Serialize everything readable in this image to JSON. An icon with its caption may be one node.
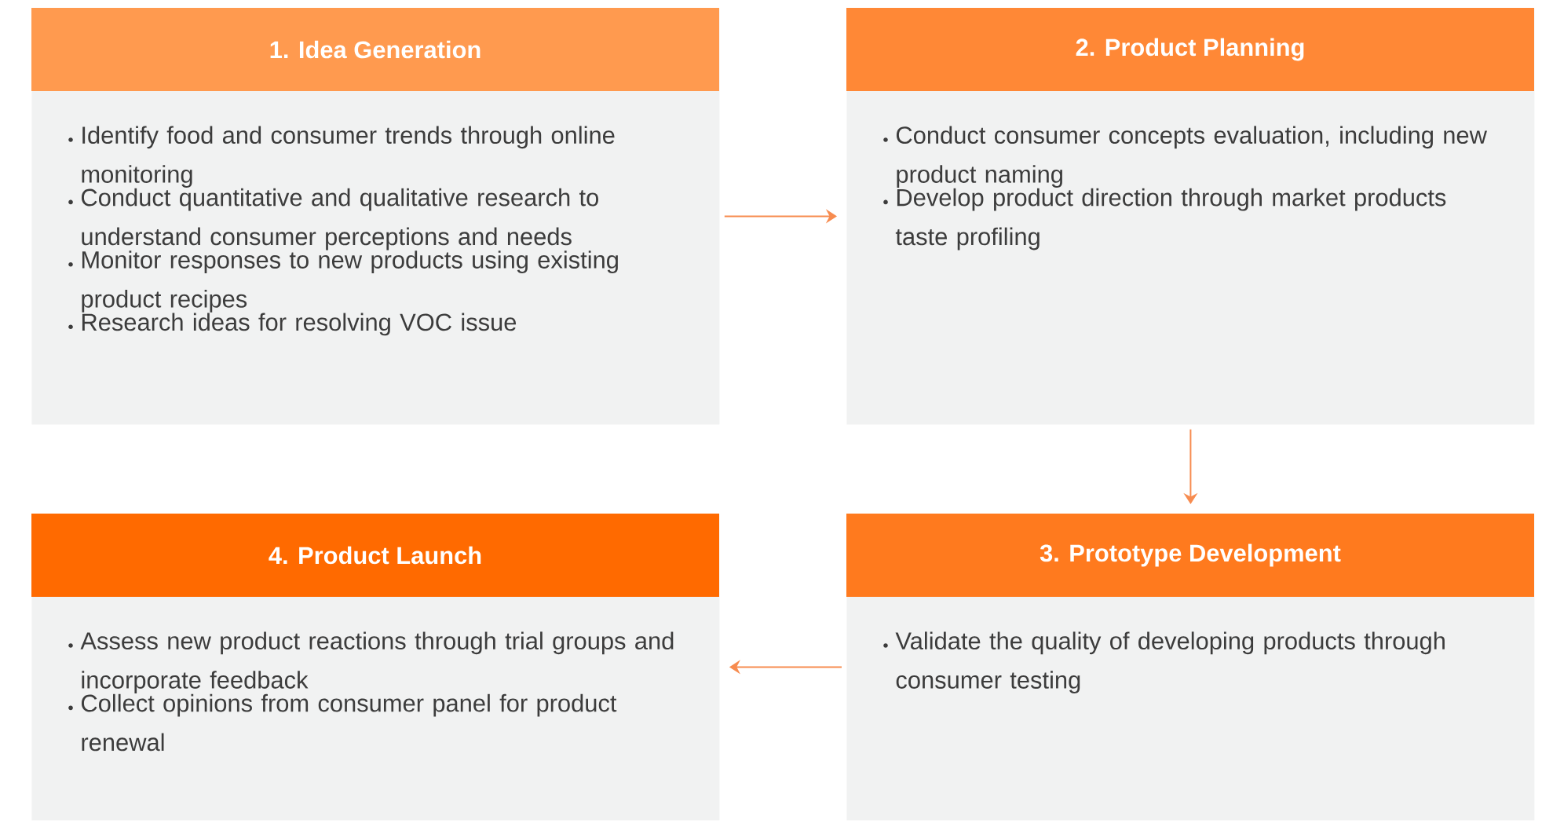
{
  "diagram": {
    "nodes": [
      {
        "text": [
          "1. Idea Generation",
          "Identify food and consumer trends through online monitoring",
          "Conduct quantitative and qualitative research to understand consumer perceptions and needs",
          "Monitor responses to new products using existing product recipes",
          "Research ideas for resolving VOC issue"
        ]
      },
      {
        "text": [
          "2. Product Planning",
          "Conduct consumer concepts evaluation, including new product naming",
          "Develop product direction through market products taste profiling"
        ]
      },
      {
        "text": [
          "3. Prototype Development",
          "Validate the quality of developing products through consumer testing"
        ]
      },
      {
        "text": [
          "4. Product Launch",
          "Assess new product reactions through trial groups and incorporate feedback",
          "Collect opinions from consumer panel for product renewal"
        ]
      }
    ],
    "edges": [
      {
        "from": 0,
        "to": 1,
        "arrow": "to"
      },
      {
        "from": 1,
        "to": 2,
        "arrow": "to"
      },
      {
        "from": 2,
        "to": 3,
        "arrow": "to"
      }
    ]
  }
}
